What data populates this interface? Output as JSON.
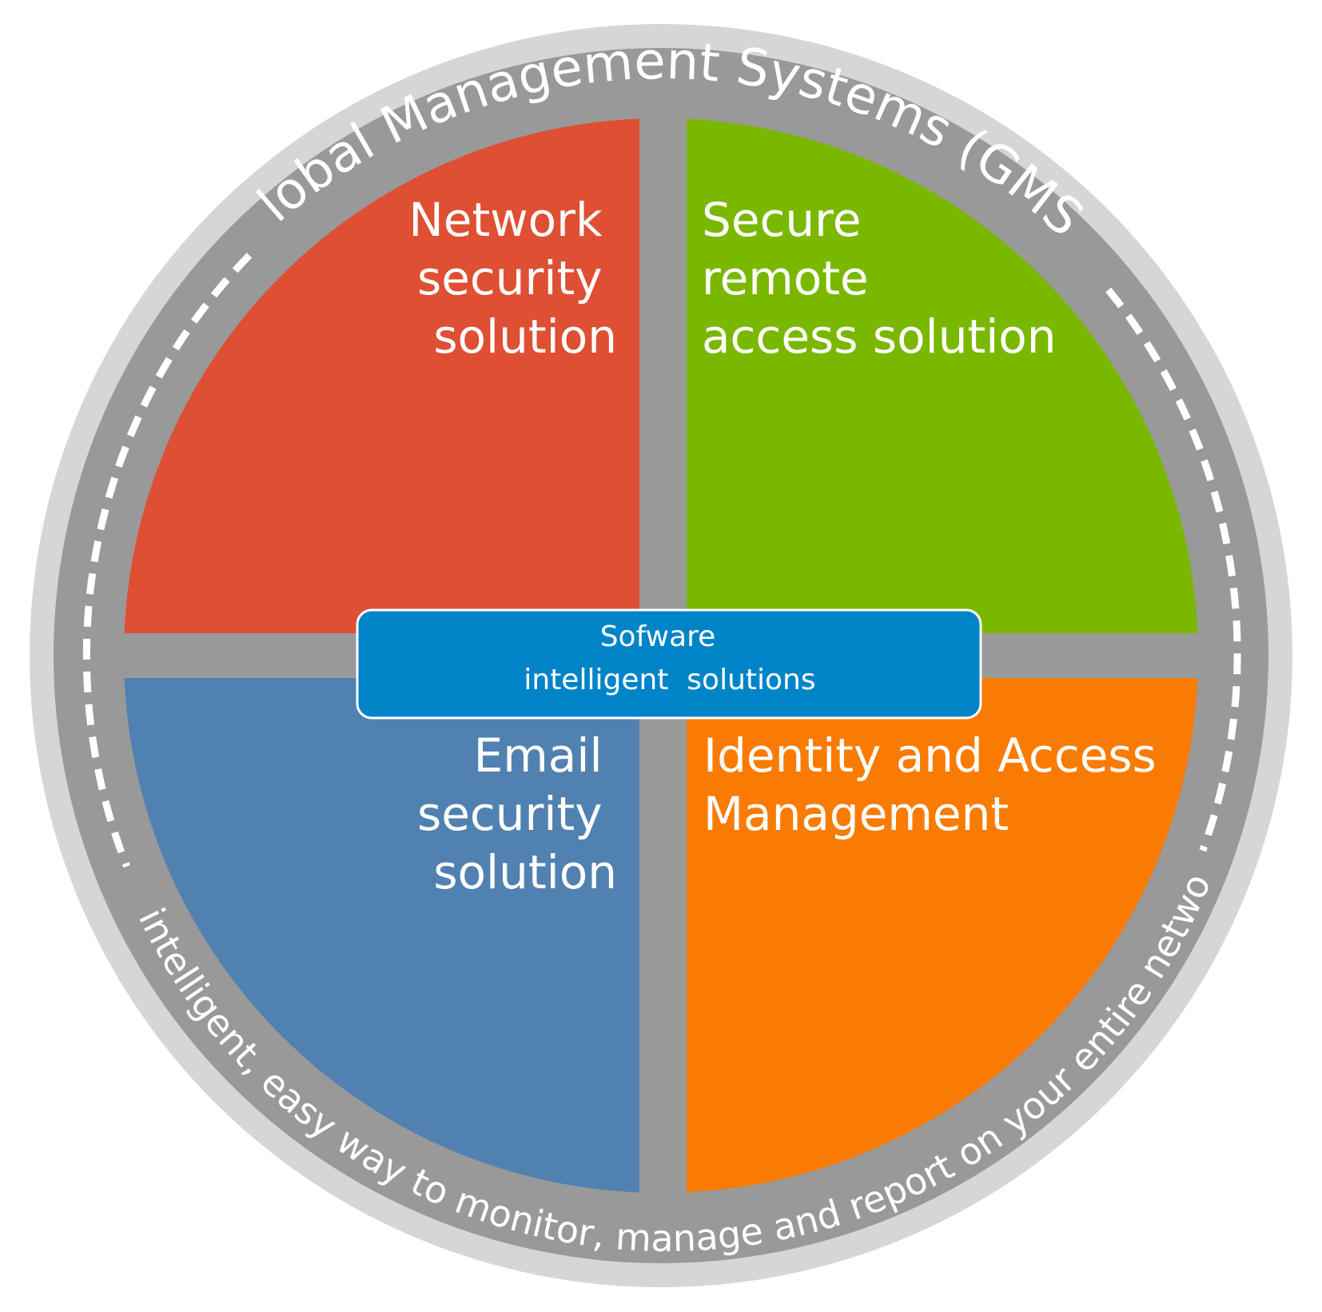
{
  "ring": {
    "top_text": "Global Management Systems (GMS)",
    "bottom_text": "An intelligent, easy way to monitor, manage and report on your entire network"
  },
  "center": {
    "line1": "Sofware",
    "line2": "intelligent  solutions"
  },
  "quadrants": {
    "network": {
      "lines": [
        "Network",
        "security",
        "solution"
      ],
      "color": "#de4f33"
    },
    "remote": {
      "lines": [
        "Secure",
        "remote",
        "access solution"
      ],
      "color": "#7ab800"
    },
    "email": {
      "lines": [
        "Email",
        "security",
        "solution"
      ],
      "color": "#5181b0"
    },
    "identity": {
      "lines": [
        "Identity and Access",
        "Management"
      ],
      "color": "#fa7b03"
    }
  },
  "colors": {
    "outer_ring": "#d6d6d6",
    "inner_ring": "#999999",
    "center_box": "#0084c8",
    "text": "#ffffff"
  }
}
